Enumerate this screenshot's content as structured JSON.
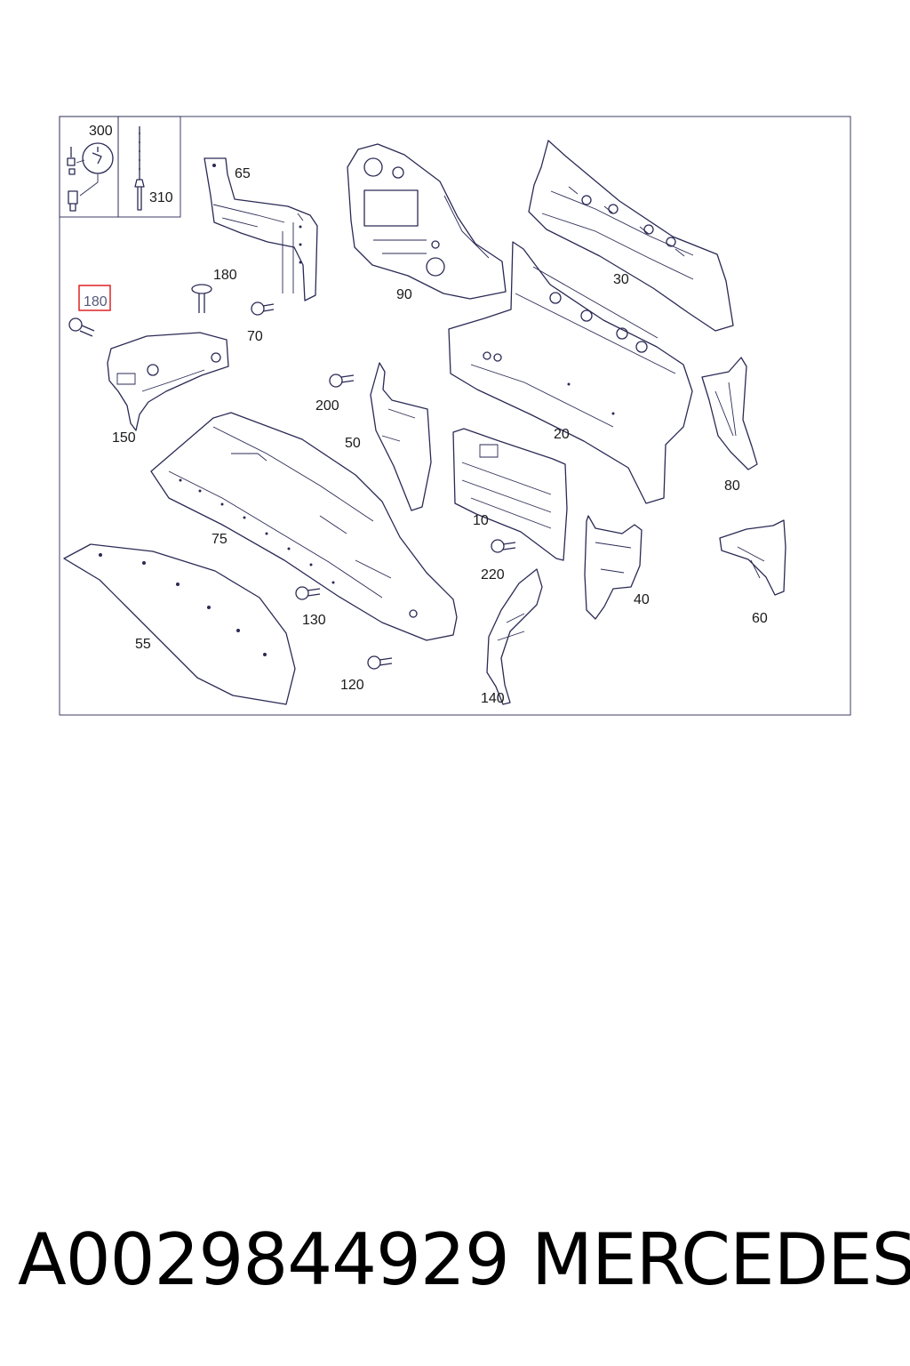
{
  "diagram": {
    "callouts": {
      "c300": "300",
      "c310": "310",
      "c65": "65",
      "c90": "90",
      "c30": "30",
      "c180a": "180",
      "c180b": "180",
      "c70": "70",
      "c150": "150",
      "c200": "200",
      "c50": "50",
      "c20": "20",
      "c80": "80",
      "c10": "10",
      "c75": "75",
      "c220": "220",
      "c55": "55",
      "c130": "130",
      "c40": "40",
      "c60": "60",
      "c120": "120",
      "c140": "140"
    },
    "highlighted": "180"
  },
  "footer": {
    "part_number": "A0029844929",
    "brand": "MERCEDES"
  }
}
